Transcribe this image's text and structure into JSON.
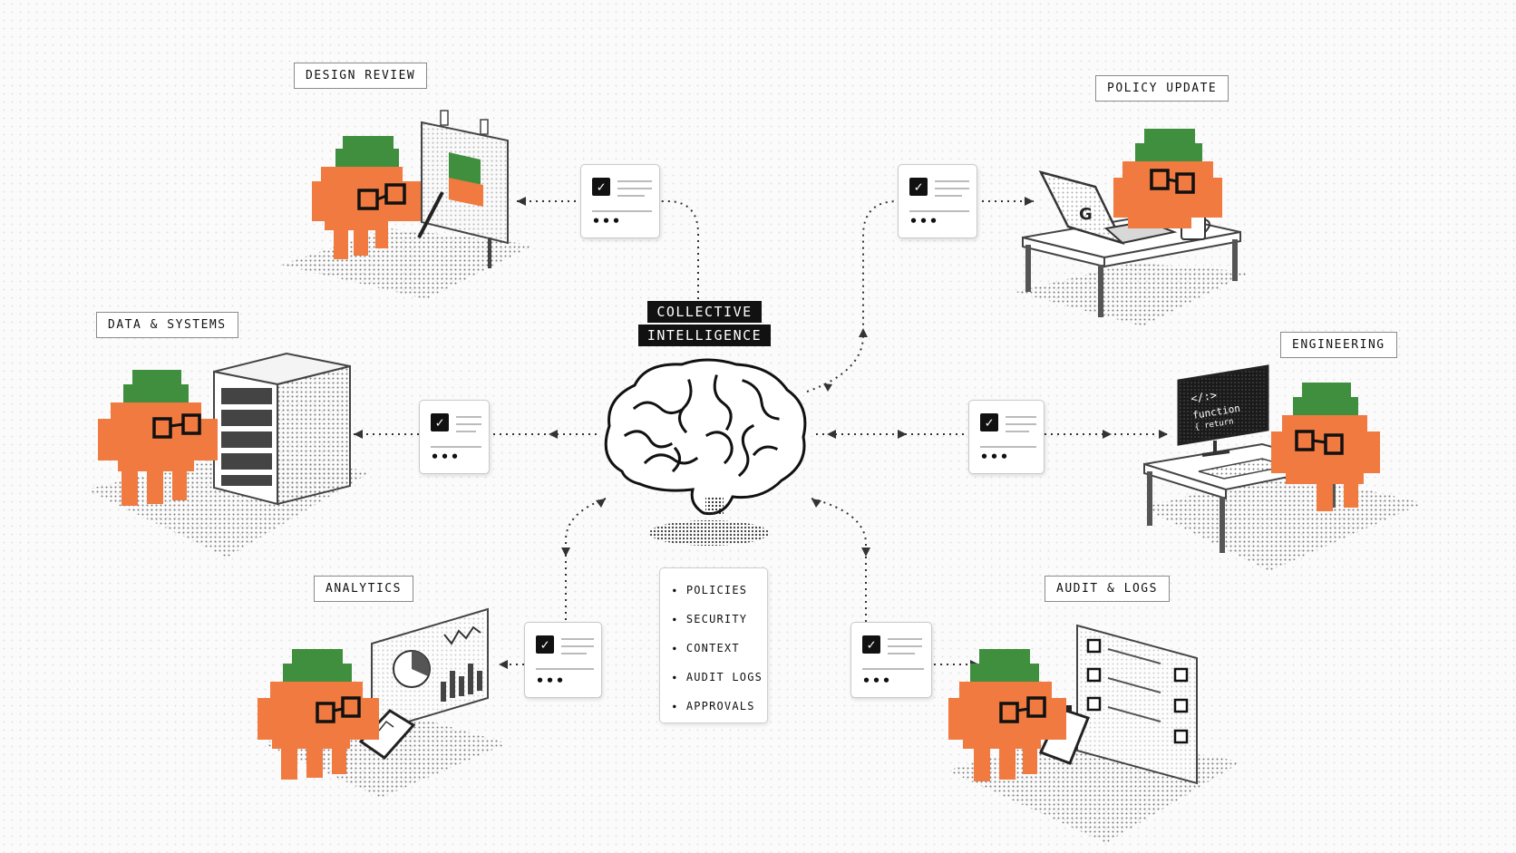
{
  "center": {
    "title_line1": "COLLECTIVE",
    "title_line2": "INTELLIGENCE"
  },
  "agents": {
    "design_review": {
      "label": "DESIGN REVIEW"
    },
    "policy_update": {
      "label": "POLICY UPDATE"
    },
    "data_systems": {
      "label": "DATA & SYSTEMS"
    },
    "engineering": {
      "label": "ENGINEERING"
    },
    "analytics": {
      "label": "ANALYTICS"
    },
    "audit_logs": {
      "label": "AUDIT & LOGS"
    }
  },
  "policy_list": {
    "items": [
      "POLICIES",
      "SECURITY",
      "CONTEXT",
      "AUDIT LOGS",
      "APPROVALS"
    ]
  },
  "screen_code": {
    "line1": "</:>",
    "line2": "function",
    "line3": "{ return"
  },
  "laptop_glyph": "G",
  "colors": {
    "agent_orange": "#f07a40",
    "agent_green": "#3f8f3f",
    "ink": "#111111"
  }
}
